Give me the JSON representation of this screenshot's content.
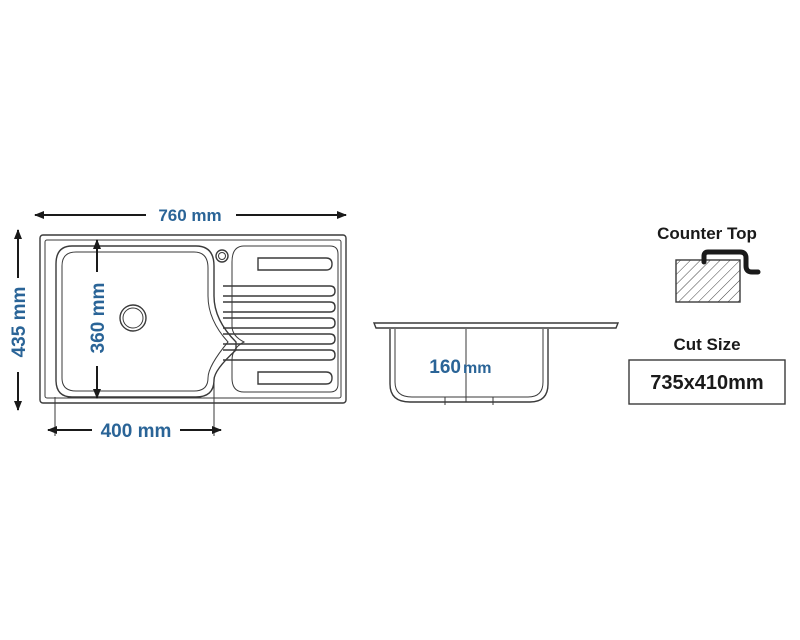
{
  "top_view": {
    "width_label": "760 mm",
    "depth_label": "435 mm",
    "bowl_length_label": "400 mm",
    "bowl_depth_label": "360 mm"
  },
  "side_view": {
    "bowl_height_value": "160",
    "bowl_height_unit": "mm"
  },
  "install": {
    "counter_top_label": "Counter Top",
    "cut_size_label": "Cut Size",
    "cut_size_value": "735x410mm"
  },
  "colors": {
    "dimension_text": "#2a6497",
    "outline": "#3a3a3a",
    "arrow": "#1a1a1a"
  }
}
